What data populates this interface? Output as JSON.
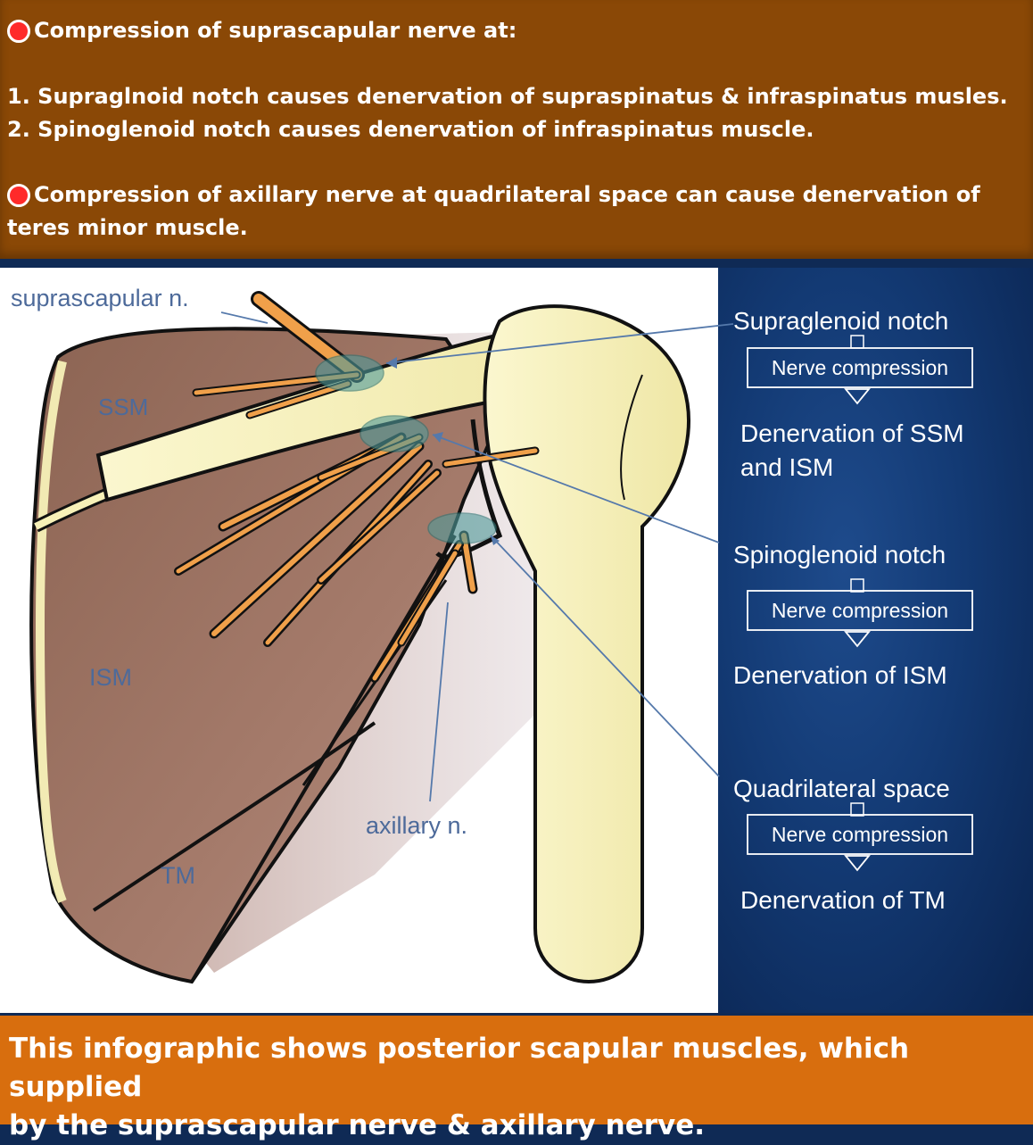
{
  "header": {
    "point1_title": "Compression of suprascapular nerve at:",
    "point1_items": [
      "1. Supraglnoid notch causes denervation of supraspinatus & infraspinatus musles.",
      "2. Spinoglenoid notch causes denervation of infraspinatus muscle."
    ],
    "point2_text_line1": "Compression of axillary nerve at quadrilateral space can cause denervation of",
    "point2_text_line2": "teres minor muscle."
  },
  "diagram": {
    "labels": {
      "suprascapular": "suprascapular n.",
      "ssm": "SSM",
      "ism": "ISM",
      "tm": "TM",
      "axillary": "axillary n."
    },
    "flows": [
      {
        "site": "Supraglenoid notch",
        "box": "Nerve compression",
        "result_line1": "Denervation of SSM",
        "result_line2": "and ISM"
      },
      {
        "site": "Spinoglenoid notch",
        "box": "Nerve compression",
        "result_line1": "Denervation of ISM",
        "result_line2": ""
      },
      {
        "site": "Quadrilateral space",
        "box": "Nerve compression",
        "result_line1": "Denervation of TM",
        "result_line2": ""
      }
    ]
  },
  "footer": {
    "line1": "This infographic shows posterior scapular muscles, which supplied",
    "line2": "by the suprascapular nerve & axillary nerve."
  },
  "colors": {
    "header_bg": "#8a4806",
    "footer_bg": "#d86e0e",
    "bullet": "#ff2a2a",
    "muscle": "#9a6f5f",
    "bone": "#f7f1b8",
    "nerve": "#f0a04a",
    "label": "#4d6a9a",
    "right_panel": "#133a74"
  }
}
